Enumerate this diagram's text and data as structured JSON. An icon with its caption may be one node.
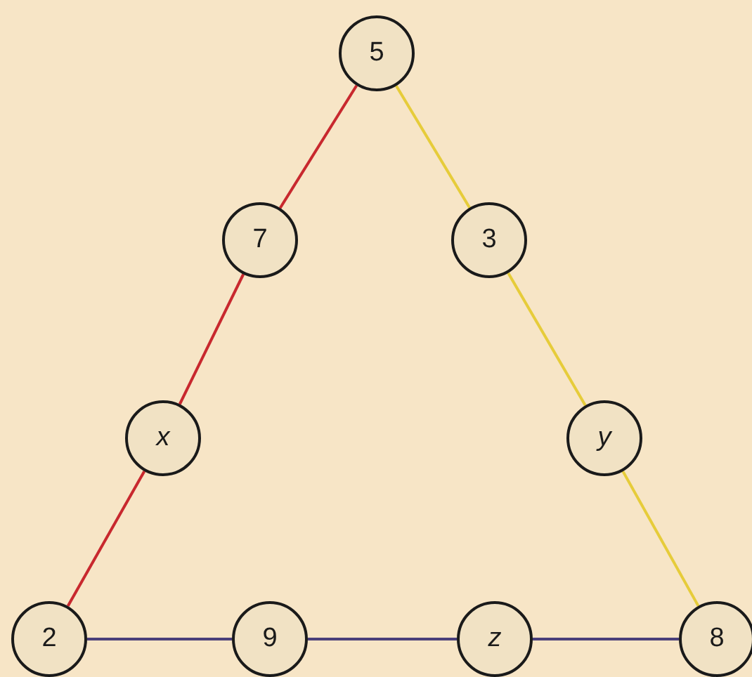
{
  "diagram": {
    "nodes": [
      {
        "text": [
          "5"
        ]
      },
      {
        "text": [
          "7"
        ]
      },
      {
        "text": [
          "3"
        ]
      },
      {
        "text": [
          "x"
        ]
      },
      {
        "text": [
          "y"
        ]
      },
      {
        "text": [
          "2"
        ]
      },
      {
        "text": [
          "9"
        ]
      },
      {
        "text": [
          "z"
        ]
      },
      {
        "text": [
          "8"
        ]
      }
    ],
    "edges": [
      {
        "from": 0,
        "to": 1,
        "arrow": "none",
        "color": "#c8282e"
      },
      {
        "from": 1,
        "to": 3,
        "arrow": "none",
        "color": "#c8282e"
      },
      {
        "from": 3,
        "to": 5,
        "arrow": "none",
        "color": "#c8282e"
      },
      {
        "from": 0,
        "to": 2,
        "arrow": "none",
        "color": "#e6cc3a"
      },
      {
        "from": 2,
        "to": 4,
        "arrow": "none",
        "color": "#e6cc3a"
      },
      {
        "from": 4,
        "to": 8,
        "arrow": "none",
        "color": "#e6cc3a"
      },
      {
        "from": 5,
        "to": 6,
        "arrow": "none",
        "color": "#4a3f7a"
      },
      {
        "from": 6,
        "to": 7,
        "arrow": "none",
        "color": "#4a3f7a"
      },
      {
        "from": 7,
        "to": 8,
        "arrow": "none",
        "color": "#4a3f7a"
      }
    ]
  }
}
